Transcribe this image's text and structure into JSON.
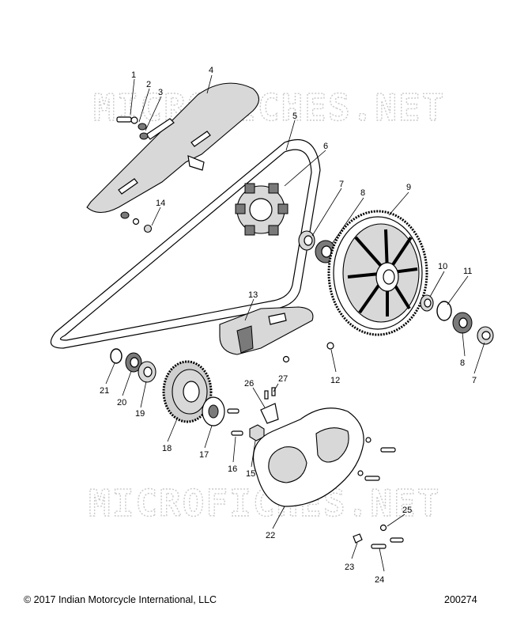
{
  "watermark": "MICROFICHES.NET",
  "copyright": "© 2017 Indian Motorcycle International, LLC",
  "figure_number": "200274",
  "callouts": [
    "1",
    "2",
    "3",
    "4",
    "5",
    "6",
    "7",
    "8",
    "9",
    "10",
    "11",
    "12",
    "13",
    "14",
    "15",
    "16",
    "17",
    "18",
    "19",
    "20",
    "21",
    "22",
    "23",
    "24",
    "25",
    "26",
    "27",
    "8",
    "7"
  ]
}
